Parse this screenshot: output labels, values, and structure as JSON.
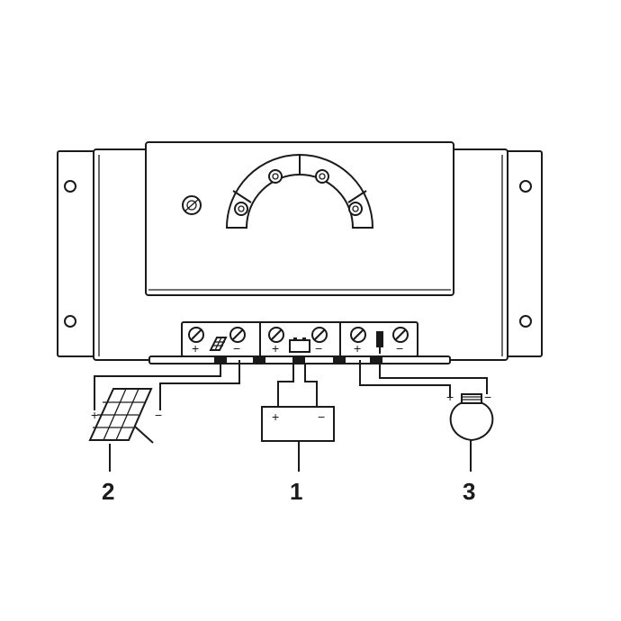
{
  "terminals": {
    "plus": "+",
    "minus": "−"
  },
  "devices": {
    "battery": {
      "number": "1",
      "plus": "+",
      "minus": "−"
    },
    "solar_panel": {
      "number": "2",
      "plus": "+",
      "minus": "−"
    },
    "load_lamp": {
      "number": "3",
      "plus": "+",
      "minus": "−"
    }
  }
}
